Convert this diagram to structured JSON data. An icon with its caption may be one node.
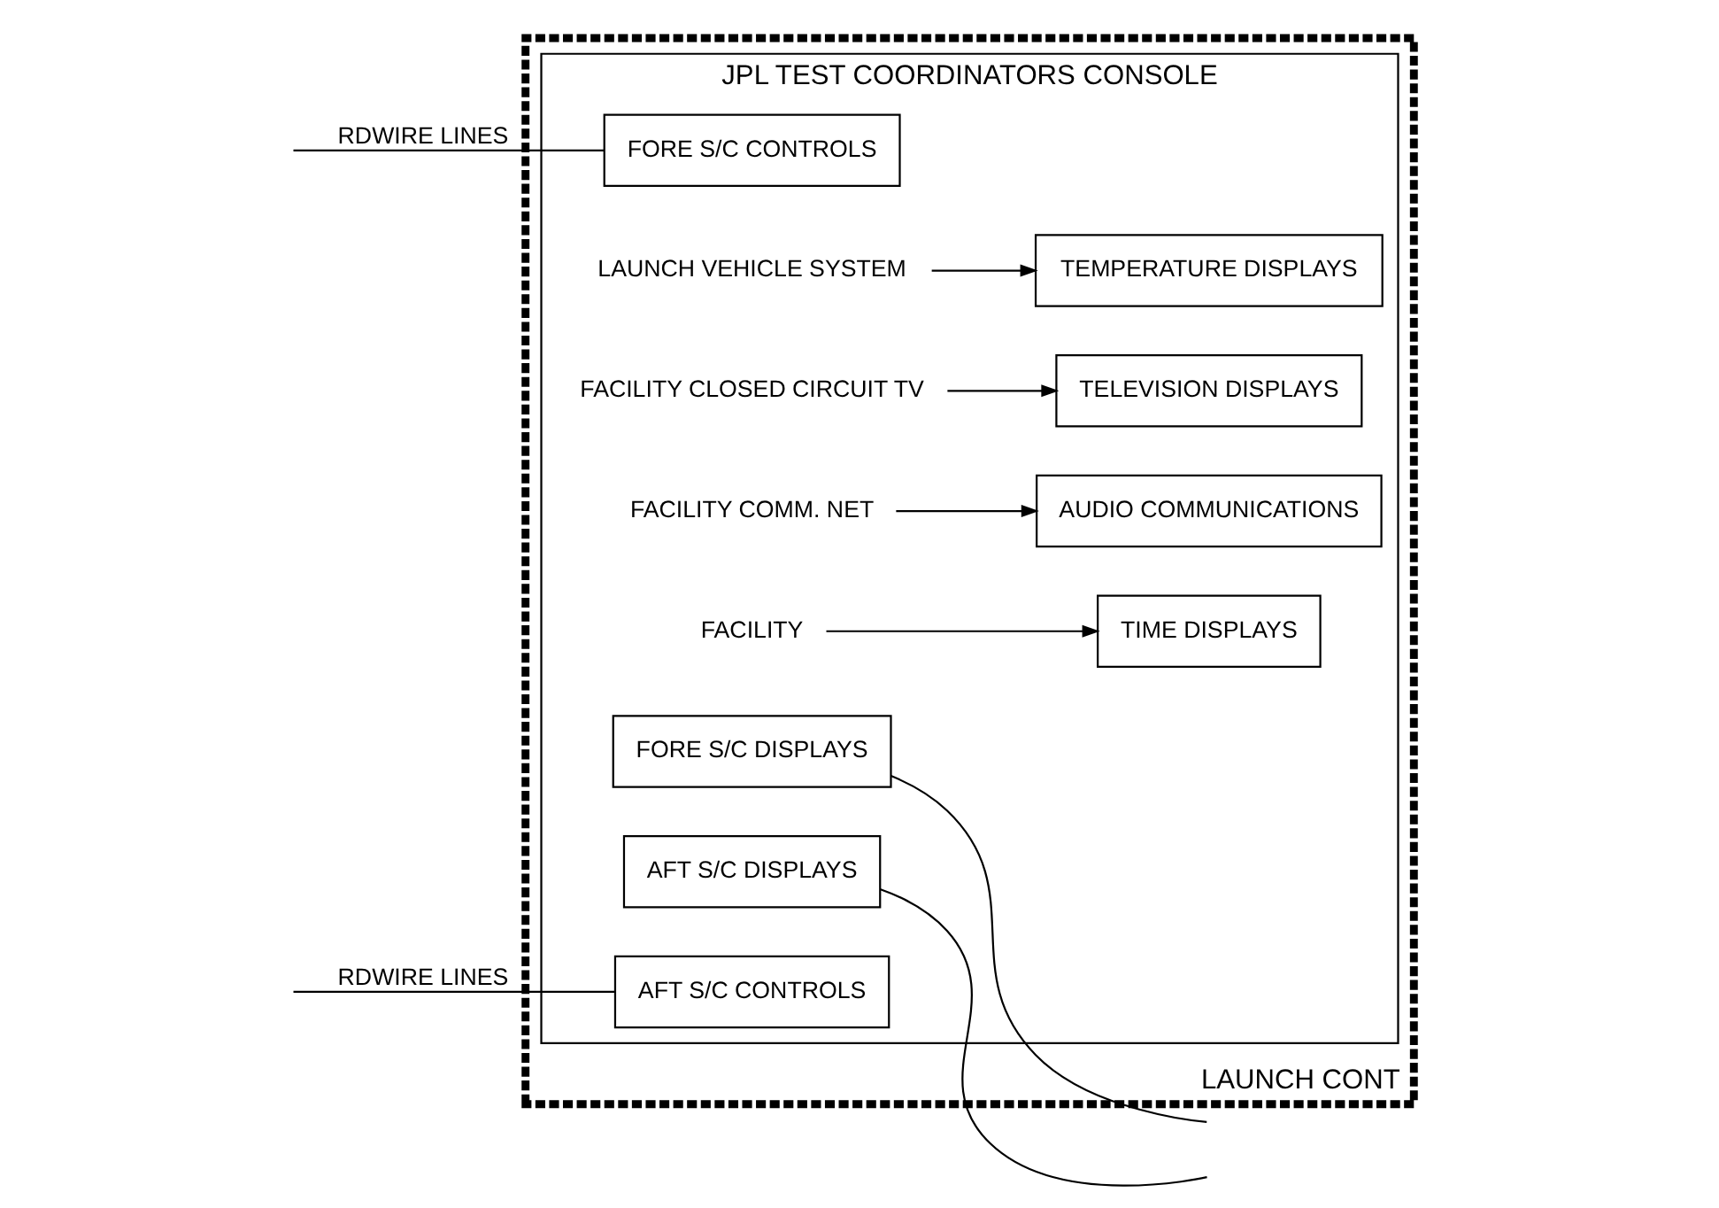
{
  "diagram": {
    "nodes": [
      {
        "text": [
          "LAUNCH CONT"
        ]
      },
      {
        "text": [
          "JPL TEST COORDINATORS CONSOLE"
        ],
        "in": 0
      },
      {
        "text": [
          "FORE S/C CONTROLS"
        ],
        "in": 1
      },
      {
        "text": [
          "TEMPERATURE DISPLAYS"
        ],
        "in": 1
      },
      {
        "text": [
          "LAUNCH VEHICLE SYSTEM"
        ],
        "in": 1
      },
      {
        "text": [
          "FORE S/C DISPLAYS"
        ],
        "in": 1
      },
      {
        "text": [
          "TELEVISION DISPLAYS"
        ],
        "in": 1
      },
      {
        "text": [
          "FACILITY CLOSED CIRCUIT TV"
        ],
        "in": 1
      },
      {
        "text": [
          "AUDIO COMMUNICATIONS"
        ],
        "in": 1
      },
      {
        "text": [
          "FACILITY COMM. NET"
        ],
        "in": 1
      },
      {
        "text": [
          "TIME DISPLAYS"
        ],
        "in": 1
      },
      {
        "text": [
          "FACILITY"
        ],
        "in": 1
      },
      {
        "text": [
          "AFT S/C DISPLAYS"
        ],
        "in": 1
      },
      {
        "text": [
          "AFT S/C CONTROLS"
        ],
        "in": 1
      }
    ],
    "edges": [
      {
        "from": null,
        "to": 2,
        "arrow": "none",
        "label": "RDWIRE LINES"
      },
      {
        "from": 4,
        "to": 3,
        "arrow": "to"
      },
      {
        "from": 5,
        "to": null,
        "arrow": "none"
      },
      {
        "from": 7,
        "to": 6,
        "arrow": "to"
      },
      {
        "from": 9,
        "to": 8,
        "arrow": "to"
      },
      {
        "from": 11,
        "to": 10,
        "arrow": "to"
      },
      {
        "from": 12,
        "to": null,
        "arrow": "none"
      },
      {
        "from": null,
        "to": 13,
        "arrow": "none",
        "label": "RDWIRE LINES"
      }
    ]
  }
}
